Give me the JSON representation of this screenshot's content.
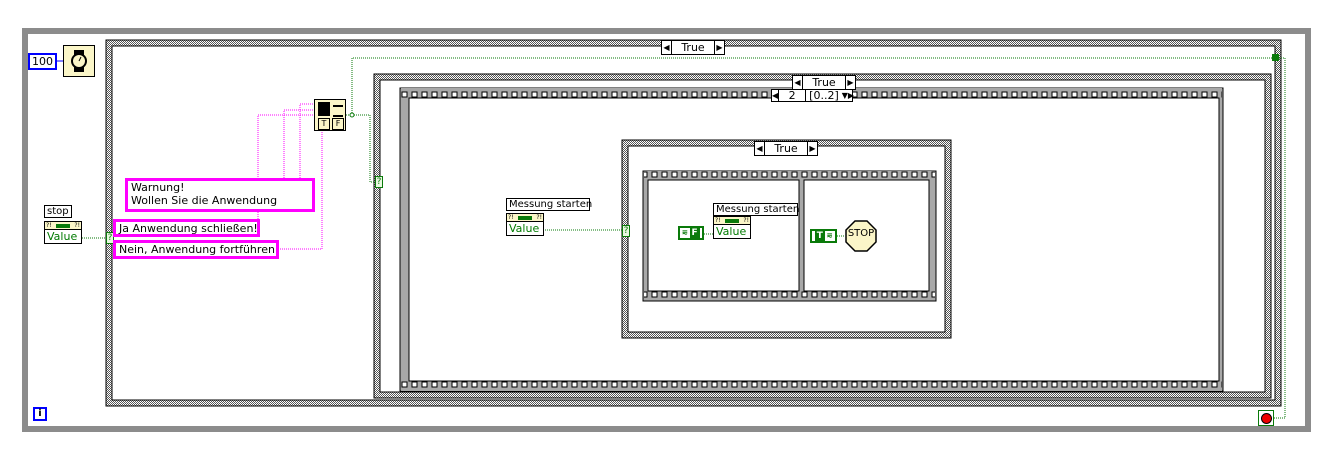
{
  "loop": {
    "wait_ms": "100",
    "info_icon": "i",
    "stop_terminal": "stop-terminal-icon"
  },
  "outer_case": {
    "selector": "True"
  },
  "inner_case": {
    "selector": "True"
  },
  "sequence": {
    "frame": "2",
    "range": "[0..2]"
  },
  "innermost_case": {
    "selector": "True"
  },
  "stop_control": {
    "label": "stop",
    "value": "Value"
  },
  "strings": {
    "message": "Warnung!\nWollen Sie die Anwendung",
    "yes": "Ja Anwendung schließen!",
    "no": "Nein, Anwendung fortführen"
  },
  "dialog_icon": {
    "t": "T",
    "f": "F"
  },
  "measure_control": {
    "label": "Messung starten",
    "value": "Value"
  },
  "measure_local": {
    "label": "Messung starten",
    "value": "Value"
  },
  "const_false": "F",
  "const_true": "T",
  "stop_sign": "STOP",
  "case_selector_terminal": "?",
  "colors": {
    "string_wire": "#ff00ff",
    "bool_wire": "#0a7a0a",
    "numeric": "#0000ff",
    "loop_border": "#8c8c8c"
  }
}
